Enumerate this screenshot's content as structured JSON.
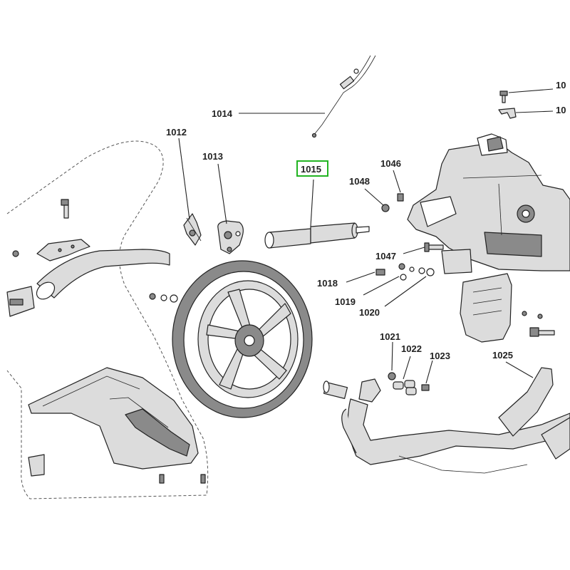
{
  "highlight_color": "#22b422",
  "callouts": {
    "c1014": "1014",
    "c1012": "1012",
    "c1013": "1013",
    "c1015": "1015",
    "c1046": "1046",
    "c1048": "1048",
    "c1047": "1047",
    "c1018": "1018",
    "c1019": "1019",
    "c1020": "1020",
    "c1021": "1021",
    "c1022": "1022",
    "c1023": "1023",
    "c1025": "1025",
    "c10a": "10",
    "c10b": "10"
  },
  "highlighted_callout": "1015"
}
